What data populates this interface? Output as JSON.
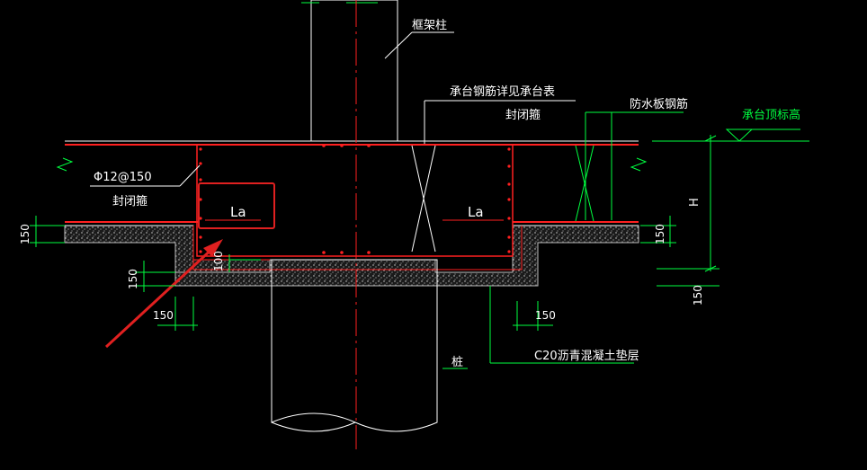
{
  "labels": {
    "frame_column": "框架柱",
    "cap_rebar_note": "承台钢筋详见承台表",
    "closed_stirrup_top": "封闭箍",
    "waterproof_rebar": "防水板钢筋",
    "cap_top_elevation": "承台顶标高",
    "stirrup_spec": "Φ12@150",
    "closed_stirrup_left": "封闭箍",
    "la_left": "La",
    "la_right": "La",
    "height_label": "H",
    "dim_150_left_top": "150",
    "dim_150_left_mid": "150",
    "dim_150_left_bottom": "150",
    "dim_100": "100",
    "dim_150_right_bottom": "150",
    "dim_150_right_top": "150",
    "dim_150_right_vertical": "150",
    "cushion_note": "C20沥青混凝土垫层",
    "pile": "桩"
  },
  "colors": {
    "background": "#000000",
    "rebar_red": "#ff2020",
    "leader_white": "#ffffff",
    "dim_green": "#00ff40",
    "highlight_red": "#e02020",
    "concrete_gray": "#cfcfcf"
  }
}
